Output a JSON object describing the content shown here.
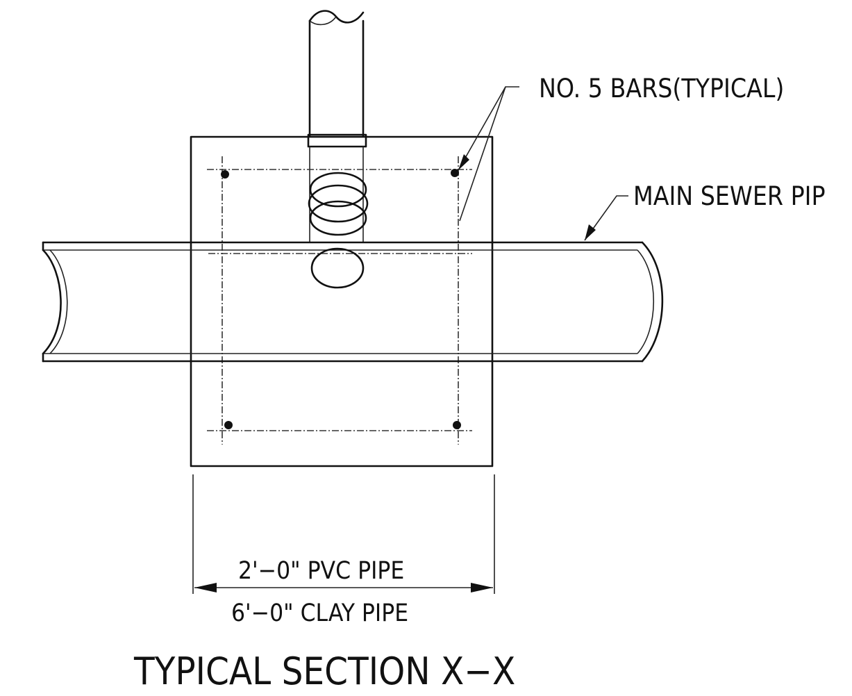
{
  "labels": {
    "bars": "NO. 5 BARS(TYPICAL)",
    "main_pipe": "MAIN SEWER PIP",
    "dim_pvc": "2'−0\" PVC PIPE",
    "dim_clay": "6'−0\" CLAY PIPE",
    "title": "TYPICAL SECTION X−X"
  }
}
